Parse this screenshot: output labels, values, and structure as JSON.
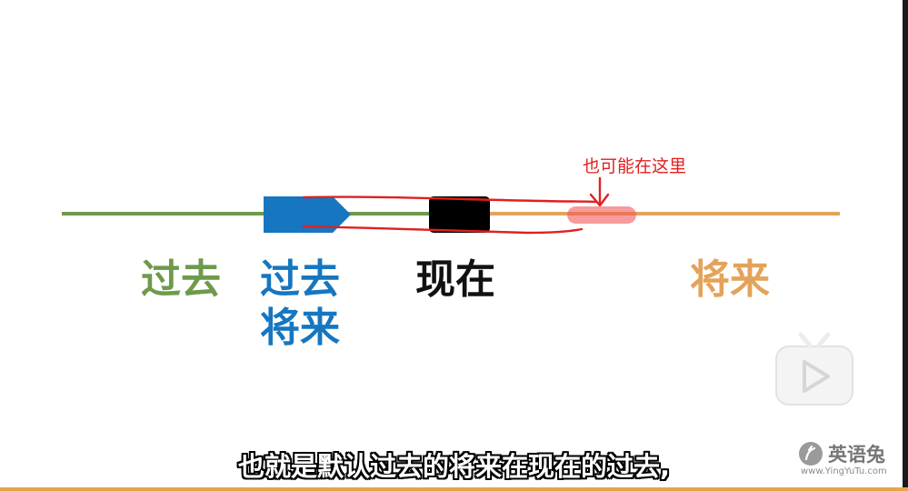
{
  "timeline": {
    "labels": {
      "past": "过去",
      "future_in_past": [
        "过去",
        "将来"
      ],
      "now": "现在",
      "future": "将来"
    },
    "colors": {
      "past": "#6e9a4a",
      "future_in_past": "#1676c0",
      "now": "#111111",
      "future": "#e3a35a"
    }
  },
  "annotation": {
    "text": "也可能在这里",
    "color": "#e02020"
  },
  "subtitle": "也就是默认过去的将来在现在的过去,",
  "watermark": {
    "name": "英语兔",
    "url": "www.YingYuTu.com"
  },
  "icons": {
    "play": "play-icon",
    "logo": "rabbit-logo-icon"
  }
}
